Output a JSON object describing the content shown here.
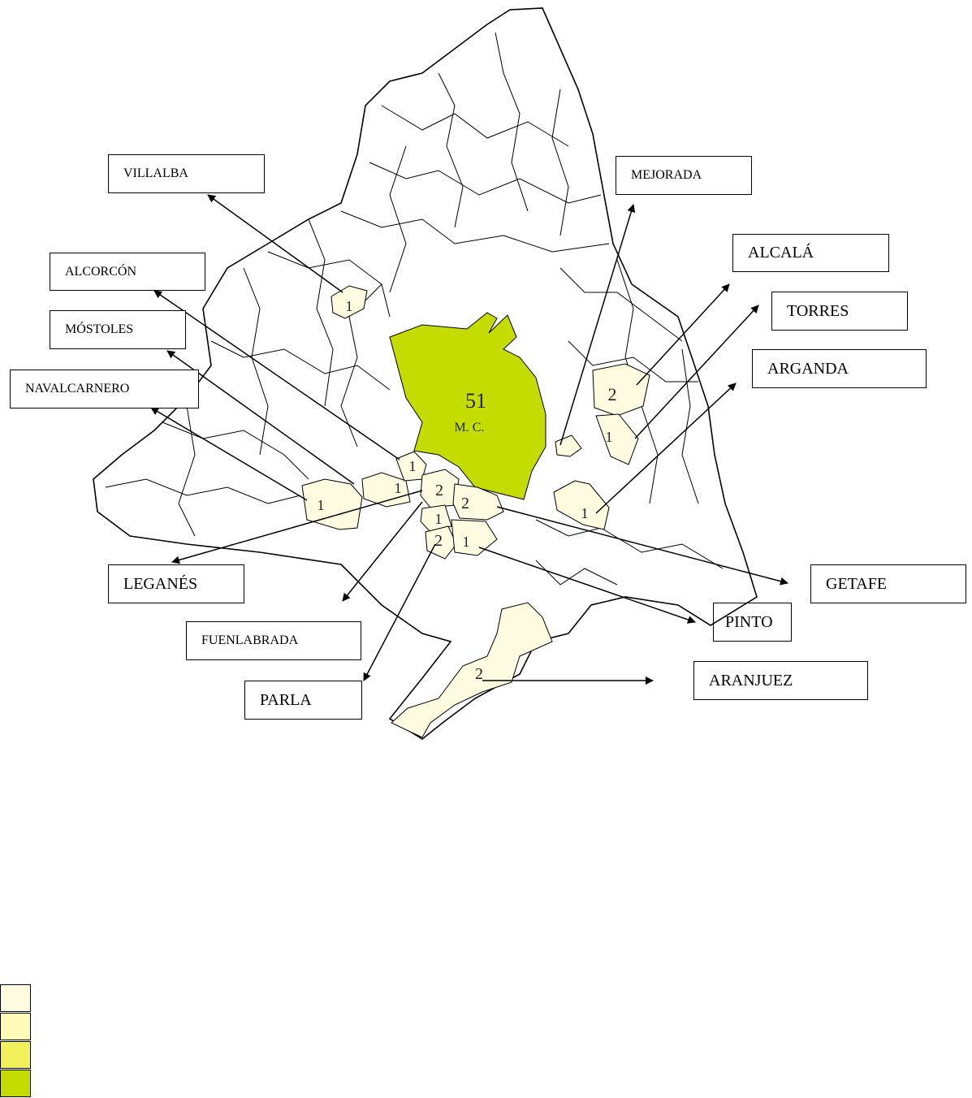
{
  "labels": {
    "villalba": "VILLALBA",
    "alcorcon": "ALCORCÓN",
    "mostoles": "MÓSTOLES",
    "navalcarnero": "NAVALCARNERO",
    "leganes": "LEGANÉS",
    "fuenlabrada": "FUENLABRADA",
    "parla": "PARLA",
    "mejorada": "MEJORADA",
    "alcala": "ALCALÁ",
    "torres": "TORRES",
    "arganda": "ARGANDA",
    "getafe": "GETAFE",
    "pinto": "PINTO",
    "aranjuez": "ARANJUEZ"
  },
  "values": {
    "madrid": "51",
    "madrid_abbr": "M. C.",
    "villalba": "1",
    "alcorcon": "1",
    "mostoles": "1",
    "navalcarnero": "1",
    "leganes": "2",
    "fuenlabrada": "1",
    "parla": "2",
    "getafe": "2",
    "pinto": "1",
    "alcala": "2",
    "torres": "1",
    "arganda": "1",
    "aranjuez": "2"
  },
  "colors": {
    "level1": "#fffbe0",
    "level2": "#fefcb8",
    "level3": "#f1ef5a",
    "level4": "#c5dc00",
    "border": "#000000"
  },
  "legend": [
    {
      "color": "#fffbe0"
    },
    {
      "color": "#fefcb8"
    },
    {
      "color": "#f1ef5a"
    },
    {
      "color": "#c5dc00"
    }
  ]
}
